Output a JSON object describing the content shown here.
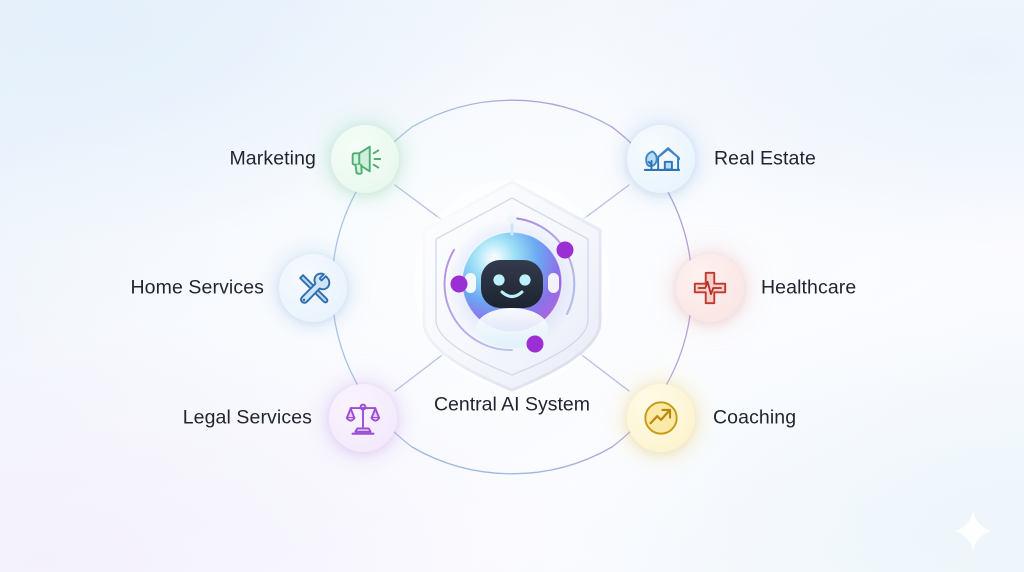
{
  "diagram": {
    "title": "Central AI System hub and spoke diagram",
    "center": {
      "label": "Central AI System",
      "icon": "robot-shield-icon",
      "shield_color": "#dfe4f2",
      "robot_gradient": [
        "#58c6f0",
        "#7b7bf0",
        "#b06de0"
      ],
      "orbit_dot_color": "#9b2fd4",
      "orbit_dots": 3
    },
    "ring": {
      "radius": 200,
      "stroke_colors": [
        "#9db9dd",
        "#a89bd4",
        "#b9a9dd"
      ],
      "stroke_width": 1.2
    },
    "nodes": [
      {
        "id": "marketing",
        "label": "Marketing",
        "icon": "megaphone-icon",
        "accent": "#4fae74",
        "tint": "#e6f7ec",
        "glow": "#86dba8",
        "angle_deg": 240,
        "label_side": "left"
      },
      {
        "id": "real-estate",
        "label": "Real Estate",
        "icon": "house-tree-icon",
        "accent": "#2f74b5",
        "tint": "#e9f3fc",
        "glow": "#a9cdee",
        "angle_deg": 300,
        "label_side": "right"
      },
      {
        "id": "healthcare",
        "label": "Healthcare",
        "icon": "medical-cross-pulse-icon",
        "accent": "#c0392f",
        "tint": "#fbe7e6",
        "glow": "#f2a8a2",
        "angle_deg": 0,
        "label_side": "right"
      },
      {
        "id": "coaching",
        "label": "Coaching",
        "icon": "growth-arrow-icon",
        "accent": "#c79a12",
        "tint": "#fdf4d4",
        "glow": "#f6d96a",
        "angle_deg": 60,
        "label_side": "right"
      },
      {
        "id": "legal-services",
        "label": "Legal Services",
        "icon": "scales-of-justice-icon",
        "accent": "#9b4ed4",
        "tint": "#f4e9fb",
        "glow": "#cfa5ec",
        "angle_deg": 120,
        "label_side": "left"
      },
      {
        "id": "home-services",
        "label": "Home Services",
        "icon": "wrench-screwdriver-icon",
        "accent": "#2f6fae",
        "tint": "#e6f1fb",
        "glow": "#a8ccec",
        "angle_deg": 180,
        "label_side": "left"
      }
    ],
    "decoration": {
      "sparkle": "four-point-sparkle-icon",
      "sparkle_color": "#ffffff"
    }
  }
}
